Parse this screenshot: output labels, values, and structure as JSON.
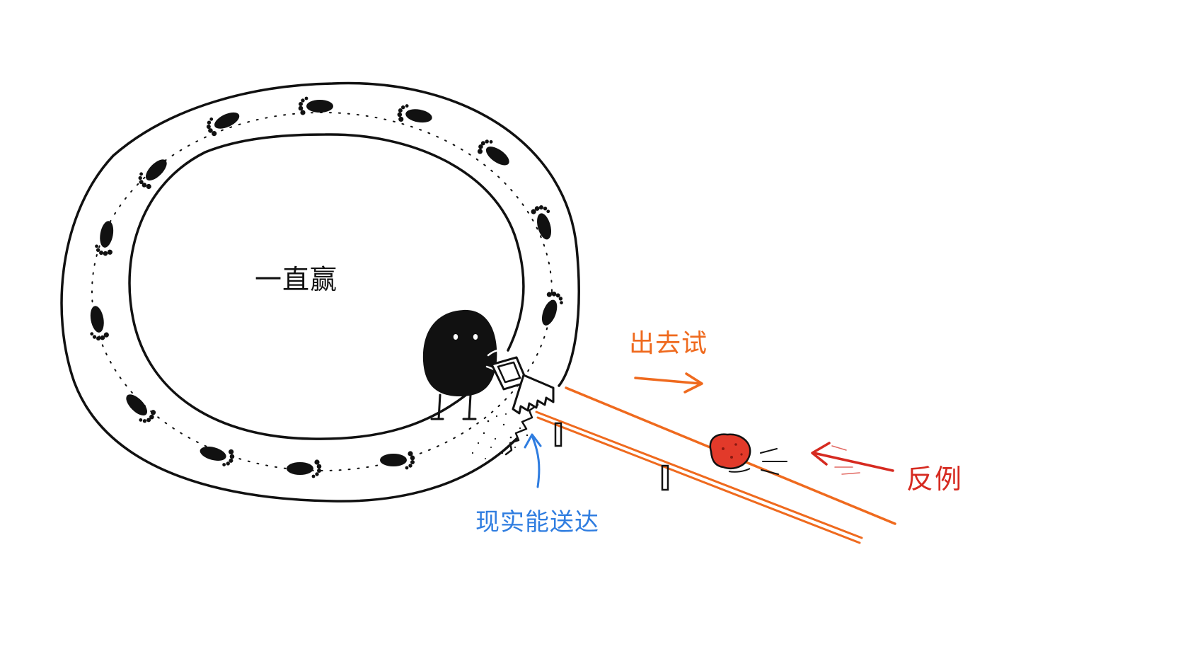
{
  "labels": {
    "center": "一直赢",
    "go_try": "出去试",
    "counterexample": "反例",
    "reality_delivers": "现实能送达"
  },
  "colors": {
    "ink": "#111111",
    "orange": "#ef6a1e",
    "red": "#d62a20",
    "blue": "#2f7de0",
    "stone": "#e23a2a"
  },
  "icons": {
    "footprint": "footprint-icon",
    "character": "blob-character",
    "tool": "hand-saw-icon",
    "stone": "red-stone-icon"
  }
}
